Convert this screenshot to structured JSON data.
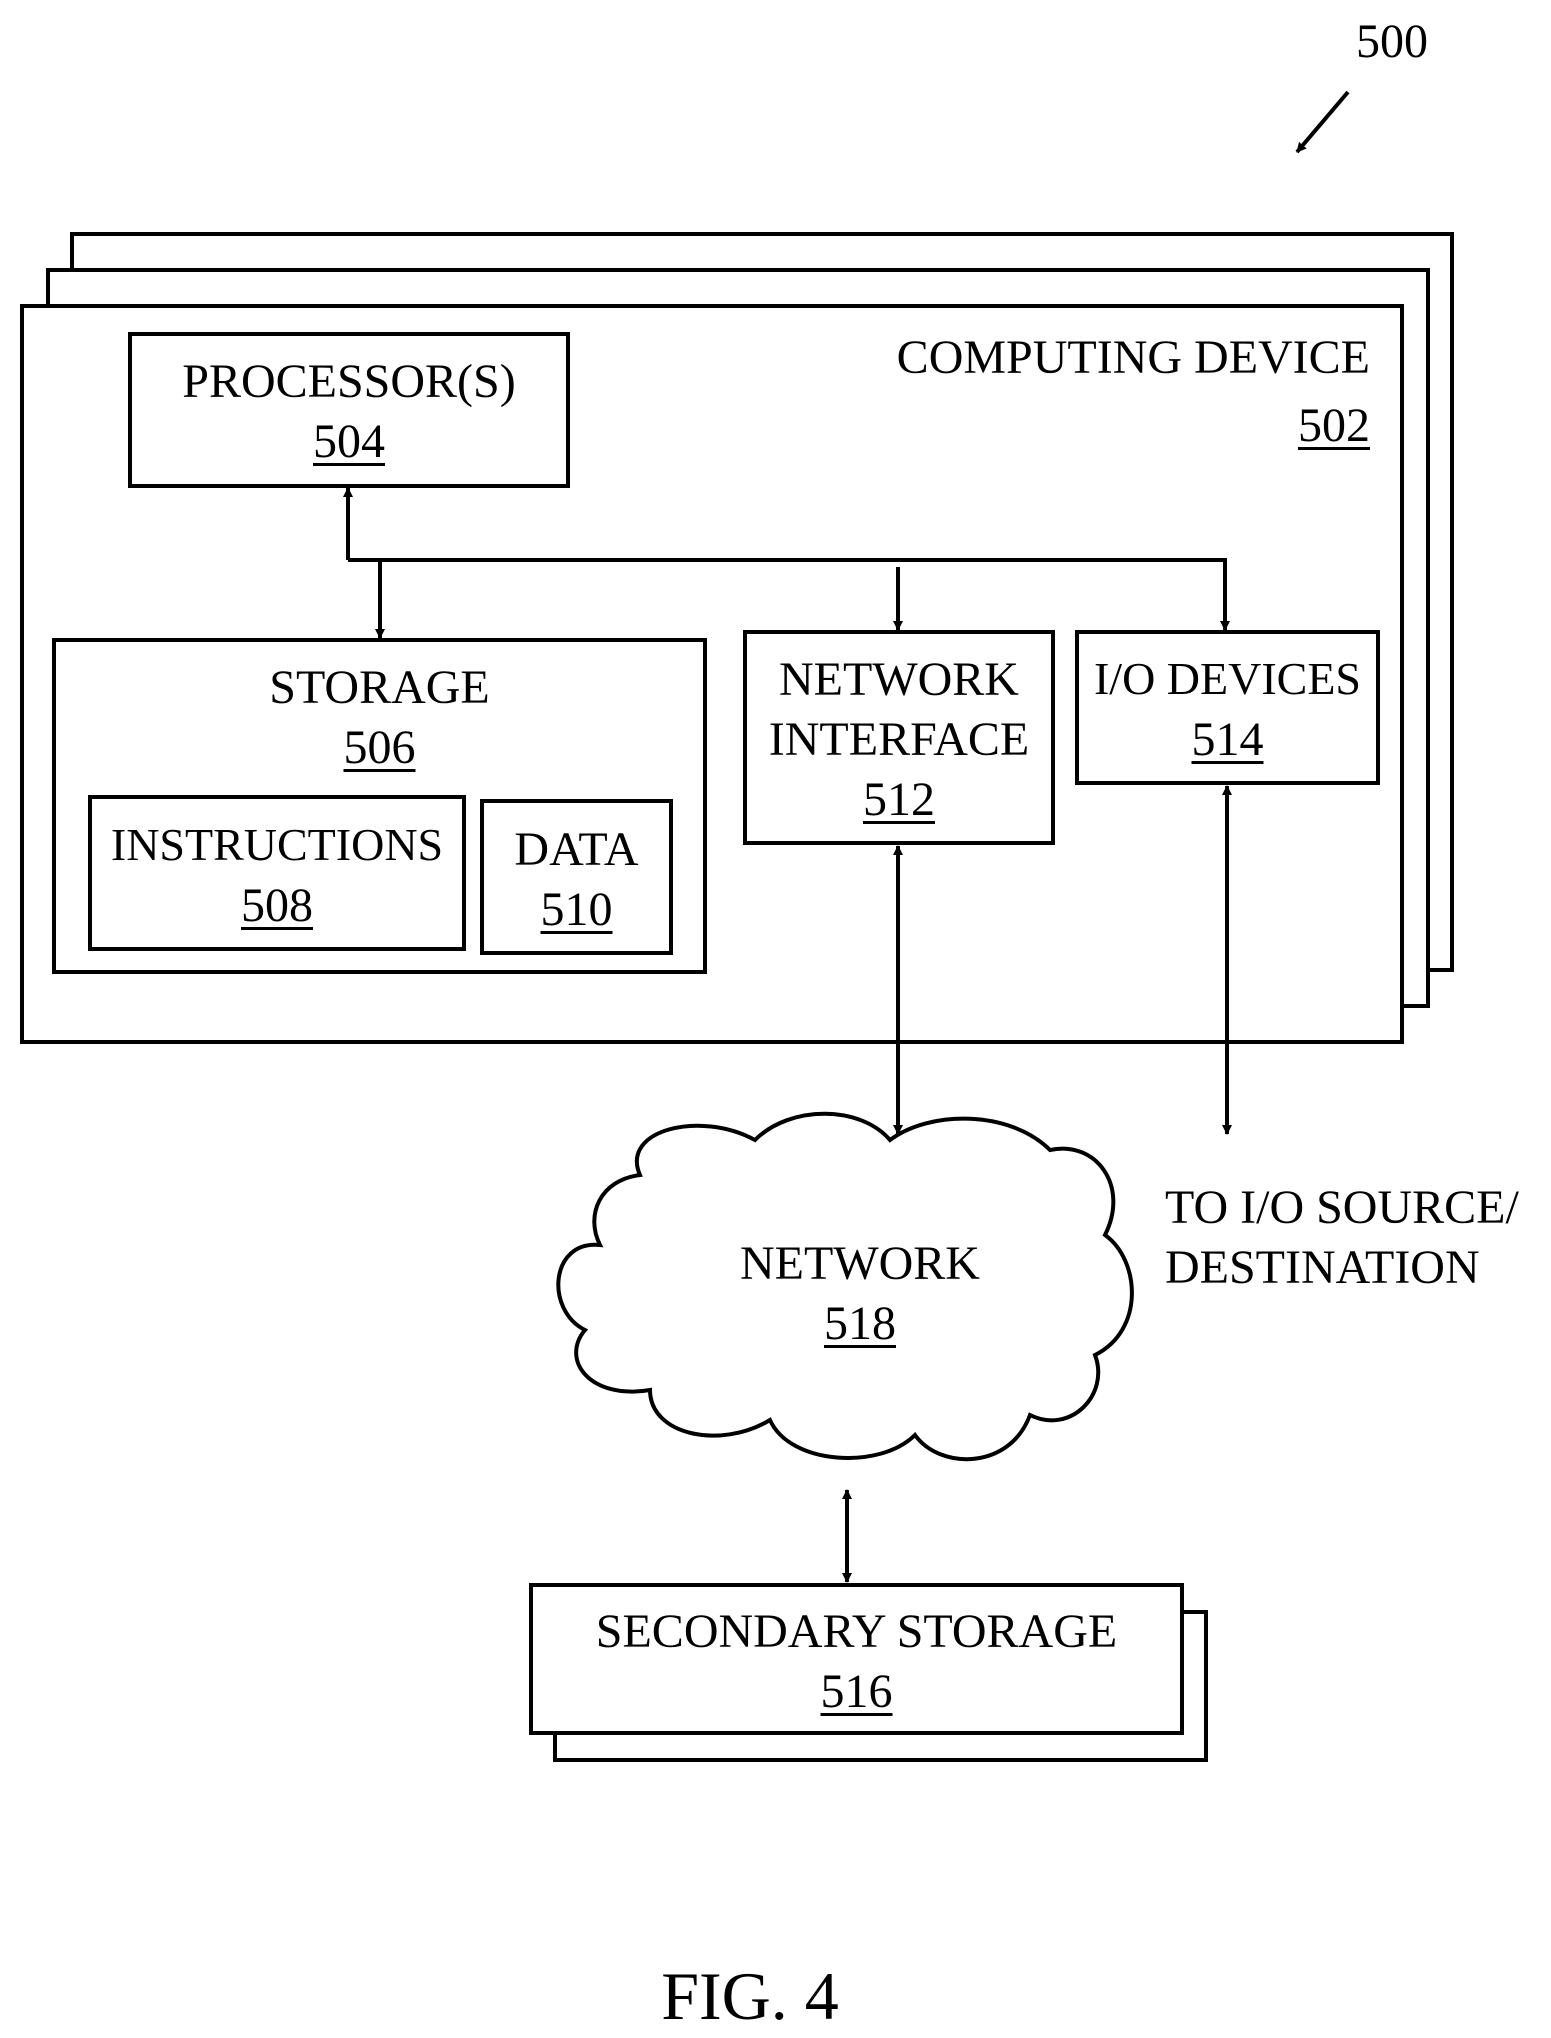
{
  "figure_ref": "500",
  "figure_caption": "FIG. 4",
  "computing_device": {
    "title": "COMPUTING DEVICE",
    "ref": "502"
  },
  "processor": {
    "title": "PROCESSOR(S)",
    "ref": "504"
  },
  "storage": {
    "title": "STORAGE",
    "ref": "506"
  },
  "instructions": {
    "title": "INSTRUCTIONS",
    "ref": "508"
  },
  "data": {
    "title": "DATA",
    "ref": "510"
  },
  "network_interface": {
    "title_line1": "NETWORK",
    "title_line2": "INTERFACE",
    "ref": "512"
  },
  "io_devices": {
    "title": "I/O DEVICES",
    "ref": "514"
  },
  "secondary_storage": {
    "title": "SECONDARY STORAGE",
    "ref": "516"
  },
  "network": {
    "title": "NETWORK",
    "ref": "518"
  },
  "io_destination": {
    "line1": "TO I/O SOURCE/",
    "line2": "DESTINATION"
  }
}
